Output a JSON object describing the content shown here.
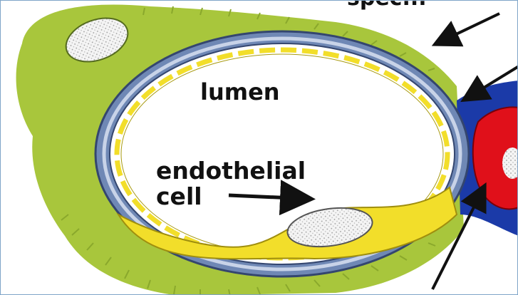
{
  "labels": {
    "lumen": "lumen",
    "endothelial_line1": "endothelial",
    "endothelial_line2": "cell",
    "top_fragment": "spec..."
  },
  "colors": {
    "pericyte_green": "#a8c63c",
    "basement_membrane_blue": "#6f88b5",
    "membrane_inner_light": "#c8d3e8",
    "endothelial_yellow": "#f2de2a",
    "nucleus_gray": "#e7e7e7",
    "junction_blue": "#1b3aa8",
    "red_cell": "#e0101a",
    "arrow_black": "#111111"
  }
}
